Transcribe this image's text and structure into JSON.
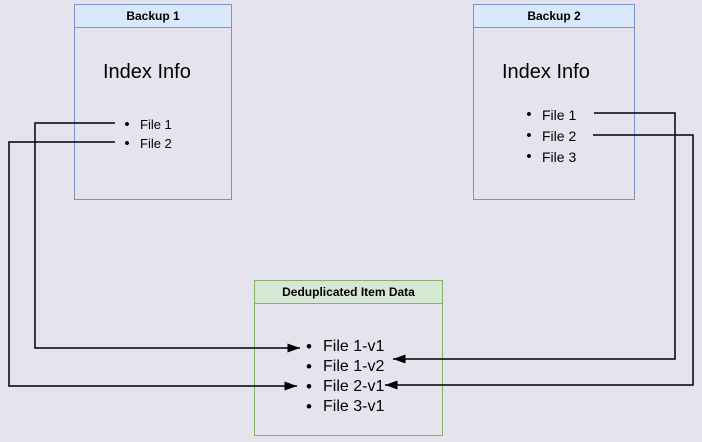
{
  "diagram": {
    "backup1": {
      "title": "Backup 1",
      "index_label": "Index Info",
      "items": [
        "File 1",
        "File 2"
      ]
    },
    "backup2": {
      "title": "Backup 2",
      "index_label": "Index Info",
      "items": [
        "File 1",
        "File 2",
        "File 3"
      ]
    },
    "dedup": {
      "title": "Deduplicated Item Data",
      "items": [
        "File 1-v1",
        "File 1-v2",
        "File 2-v1",
        "File 3-v1"
      ]
    },
    "connections": [
      {
        "from": "Backup 1 / File 1",
        "to": "File 1-v1"
      },
      {
        "from": "Backup 1 / File 2",
        "to": "File 2-v1"
      },
      {
        "from": "Backup 2 / File 1",
        "to": "File 1-v2"
      },
      {
        "from": "Backup 2 / File 2",
        "to": "File 2-v1"
      }
    ]
  },
  "colors": {
    "background": "#e5e4ee",
    "backup_border": "#7b94c6",
    "backup_header_fill": "#dae8fc",
    "dedup_border": "#82b366",
    "dedup_header_fill": "#d5e8d4",
    "connector": "#000000"
  }
}
